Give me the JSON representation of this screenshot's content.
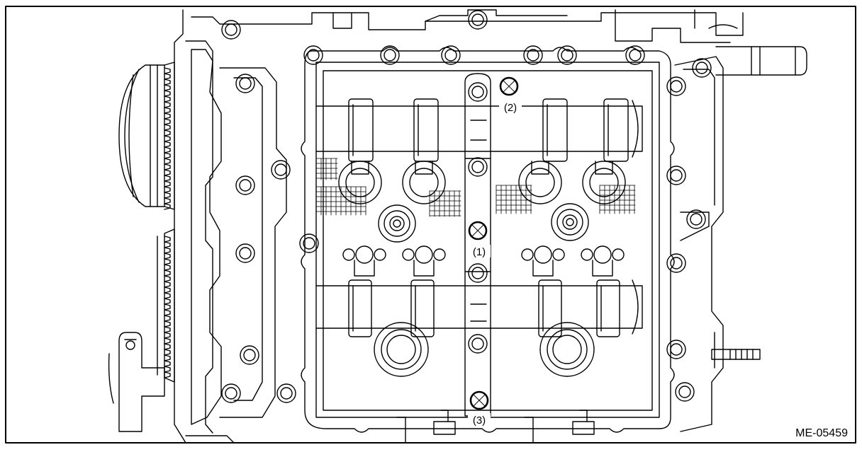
{
  "callouts": [
    {
      "id": "1",
      "label": "(1)"
    },
    {
      "id": "2",
      "label": "(2)"
    },
    {
      "id": "3",
      "label": "(3)"
    }
  ],
  "figure_code": "ME-05459",
  "colors": {
    "ink": "#000000",
    "paper": "#ffffff"
  }
}
